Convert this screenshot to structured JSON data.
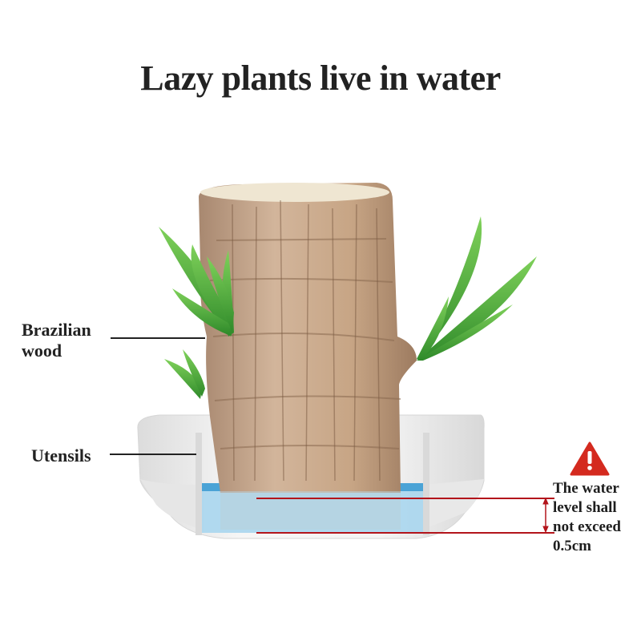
{
  "title": "Lazy plants live in water",
  "labels": {
    "trunk": [
      "Brazilian",
      "wood"
    ],
    "pot": "Utensils"
  },
  "warning": {
    "icon": "warning-triangle-icon",
    "lines": [
      "The water",
      "level shall",
      "not exceed",
      "0.5cm"
    ],
    "color": "#d42a1f"
  },
  "colors": {
    "trunk": "#c9a889",
    "trunk_dark": "#8a6a50",
    "leaf": "#4caf3a",
    "water": "#9fd0ea",
    "water_top": "#4aa3d6",
    "pot": "#eeeeee",
    "measure_line": "#b3141b"
  }
}
